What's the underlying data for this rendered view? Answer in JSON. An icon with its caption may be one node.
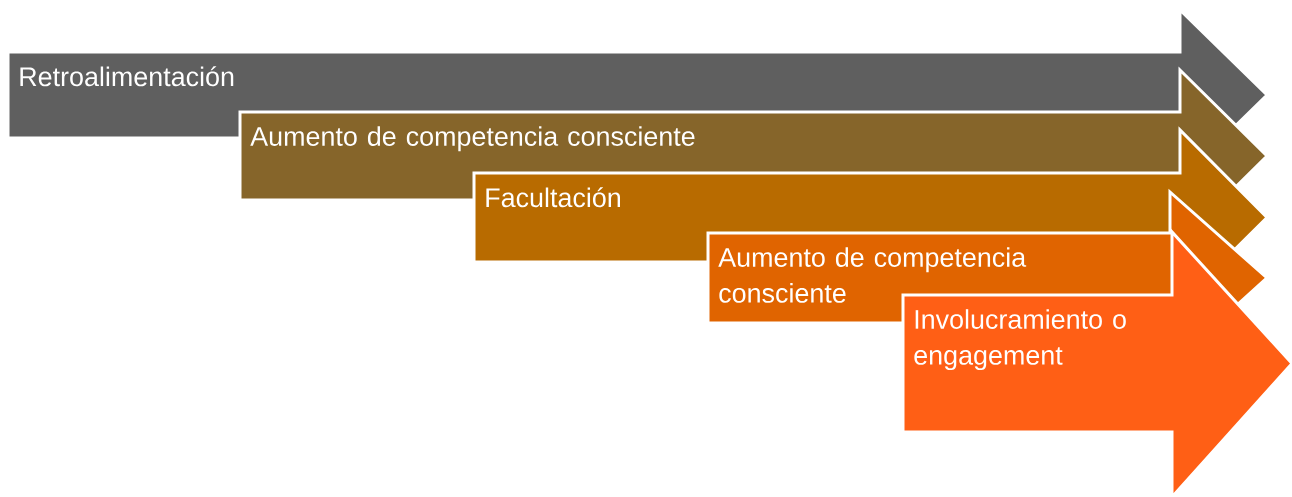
{
  "diagram": {
    "nodes": [
      {
        "text": [
          "Retroalimentación"
        ]
      },
      {
        "text": [
          "Aumento de competencia consciente"
        ]
      },
      {
        "text": [
          "Facultación"
        ]
      },
      {
        "text": [
          "Aumento de competencia consciente"
        ]
      },
      {
        "text": [
          "Involucramiento o engagement"
        ]
      }
    ]
  }
}
